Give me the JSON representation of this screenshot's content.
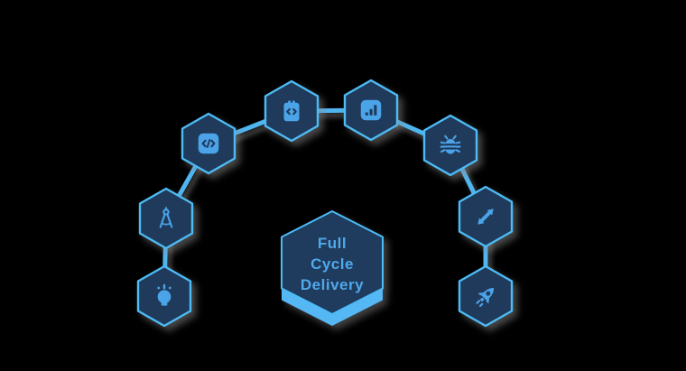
{
  "diagram": {
    "title": "Full Cycle Delivery process diagram",
    "background": "#000000"
  },
  "palette": {
    "hex_fill": "#1f3a5b",
    "hex_border": "#4dbbf5",
    "icon_blue": "#4ba3e8",
    "icon_dark": "#1f3a5b",
    "connector": "#4fb5ef",
    "center_fill": "#1f3b5e",
    "center_shadow": "#55b8f4",
    "text_blue": "#4fa9ea"
  },
  "center": {
    "shape": "hexagon",
    "lines": {
      "0": "Full",
      "1": "Cycle",
      "2": "Delivery"
    }
  },
  "nodes": [
    {
      "id": "idea",
      "icon": "lightbulb-icon"
    },
    {
      "id": "design",
      "icon": "drafting-compass-icon"
    },
    {
      "id": "development",
      "icon": "code-icon"
    },
    {
      "id": "planning",
      "icon": "clipboard-code-icon"
    },
    {
      "id": "analytics",
      "icon": "bar-chart-icon"
    },
    {
      "id": "testing",
      "icon": "bug-icon"
    },
    {
      "id": "scaling",
      "icon": "resize-arrows-icon"
    },
    {
      "id": "launch",
      "icon": "rocket-icon"
    }
  ],
  "connections": [
    [
      "idea",
      "design"
    ],
    [
      "design",
      "development"
    ],
    [
      "development",
      "planning"
    ],
    [
      "planning",
      "analytics"
    ],
    [
      "analytics",
      "testing"
    ],
    [
      "testing",
      "scaling"
    ],
    [
      "scaling",
      "launch"
    ]
  ]
}
